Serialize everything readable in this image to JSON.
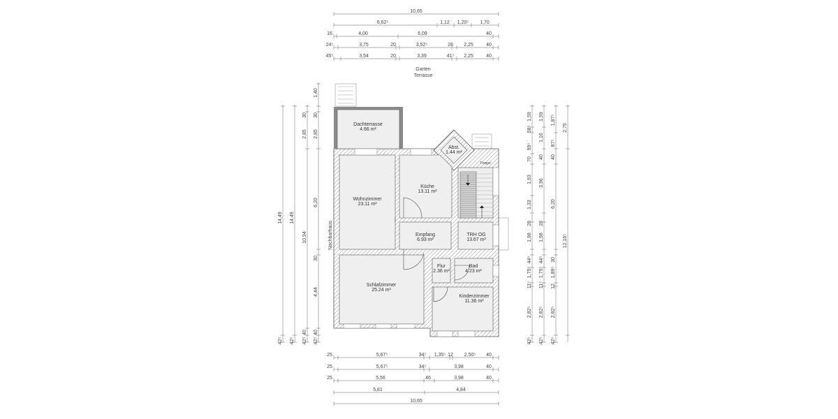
{
  "labels": {
    "garden": "Garten",
    "terrace": "Terrasse",
    "neighbour_house": "Nachbarhaus",
    "stairs": "Treppe"
  },
  "rooms": [
    {
      "name": "Dachterrasse",
      "area": "4.66 m²"
    },
    {
      "name": "Abst.",
      "area": "1.44 m²"
    },
    {
      "name": "Wohnzimmer",
      "area": "23.11 m²"
    },
    {
      "name": "Küche",
      "area": "13.11 m²"
    },
    {
      "name": "Empfang",
      "area": "6.93 m²"
    },
    {
      "name": "TRH OG",
      "area": "13.67 m²"
    },
    {
      "name": "Schlafzimmer",
      "area": "25.24 m²"
    },
    {
      "name": "Flur",
      "area": "2.36 m²"
    },
    {
      "name": "Bad",
      "area": "4.23 m²"
    },
    {
      "name": "Kinderzimmer",
      "area": "11.36 m²"
    }
  ],
  "dimensions": {
    "top": [
      [
        "10,65"
      ],
      [
        "6,62⁵",
        "1,12",
        "1,20⁵",
        "1,70"
      ],
      [
        "16",
        "4,00",
        "6,09",
        "40"
      ],
      [
        "24⁵",
        "3,75",
        "20",
        "3,52⁵",
        "28",
        "2,25",
        "40"
      ],
      [
        "45⁵",
        "3,54",
        "20",
        "3,39",
        "41⁵",
        "2,25",
        "40"
      ]
    ],
    "bottom": [
      [
        "25",
        "5,67⁵",
        "34⁵",
        "1,35⁵",
        "12",
        "2,50⁵",
        "40"
      ],
      [
        "25",
        "5,67⁵",
        "34⁵",
        "3,98",
        "40"
      ],
      [
        "25",
        "5,56",
        "46",
        "3,98",
        "40"
      ],
      [
        "5,81",
        "4,84"
      ],
      [
        "10,65"
      ]
    ],
    "left": [
      [
        "14,49",
        "42⁵"
      ],
      [
        "14,49",
        "42⁵"
      ],
      [
        "30",
        "2,85",
        "10,94",
        "40",
        "42⁵"
      ],
      [
        "1,40",
        "30",
        "2,85",
        "6,20",
        "30",
        "4,44",
        "40",
        "42⁵"
      ]
    ],
    "right": [
      [
        "1,59",
        "58⁵",
        "99⁵",
        "70",
        "1,93",
        "1,33",
        "28",
        "1,98",
        "44⁵",
        "1,75⁵",
        "11⁵",
        "2,82⁵",
        "42⁵"
      ],
      [
        "1,59",
        "1,16",
        "40",
        "3,96",
        "28",
        "1,98",
        "44⁵",
        "1,75⁵",
        "11⁵",
        "2,82⁵",
        "42⁵"
      ],
      [
        "1,87⁵",
        "87⁵",
        "40",
        "6,20",
        "30",
        "1,89⁵",
        "12",
        "2,82⁵",
        "42⁵"
      ],
      [
        "2,75",
        "12,16⁵"
      ]
    ]
  },
  "colors": {
    "wall_hatch": "#777777",
    "room_fill": "#efefef",
    "terrace_wall": "#8a8a8a",
    "dimension_line": "#666666"
  }
}
